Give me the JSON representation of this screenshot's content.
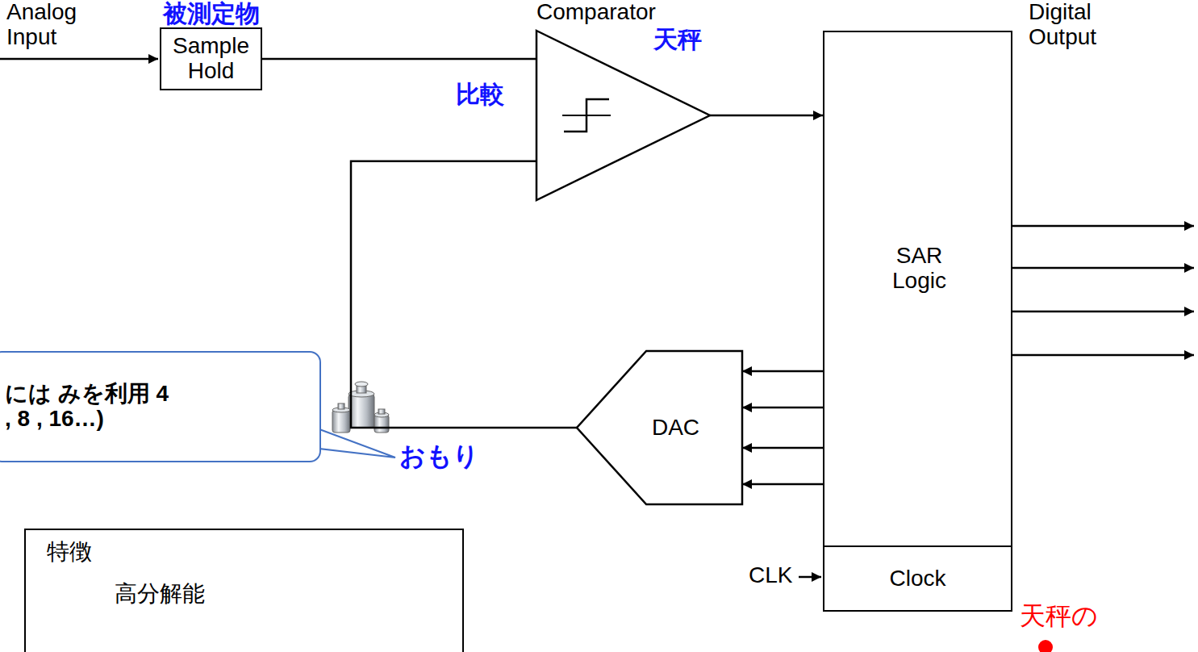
{
  "diagram": {
    "nodes": [
      {
        "text": [
          "被測定物",
          "Sample Hold"
        ]
      },
      {
        "text": [
          "Comparator",
          "天秤"
        ]
      },
      {
        "text": [
          "SAR Logic"
        ]
      },
      {
        "text": [
          "Clock"
        ],
        "in": 2
      },
      {
        "text": [
          "には みを利用 4 , 8 , 16…)"
        ]
      },
      {
        "text": [
          "DAC"
        ]
      },
      {
        "text": [
          "特徴",
          "高分解能"
        ]
      }
    ],
    "edges": [
      {
        "from": 0,
        "to": 1,
        "arrow": "none"
      },
      {
        "from": 1,
        "to": 2,
        "arrow": "to"
      },
      {
        "from": 2,
        "to": 5,
        "arrow": "to"
      },
      {
        "from": 2,
        "to": 5,
        "arrow": "to"
      },
      {
        "from": 2,
        "to": 5,
        "arrow": "to"
      },
      {
        "from": 2,
        "to": 5,
        "arrow": "to"
      },
      {
        "from": 5,
        "to": 1,
        "arrow": "none"
      }
    ],
    "labels": [
      "Analog Input",
      "比較",
      "おもり",
      "Digital Output",
      "CLK",
      "天秤の"
    ]
  }
}
